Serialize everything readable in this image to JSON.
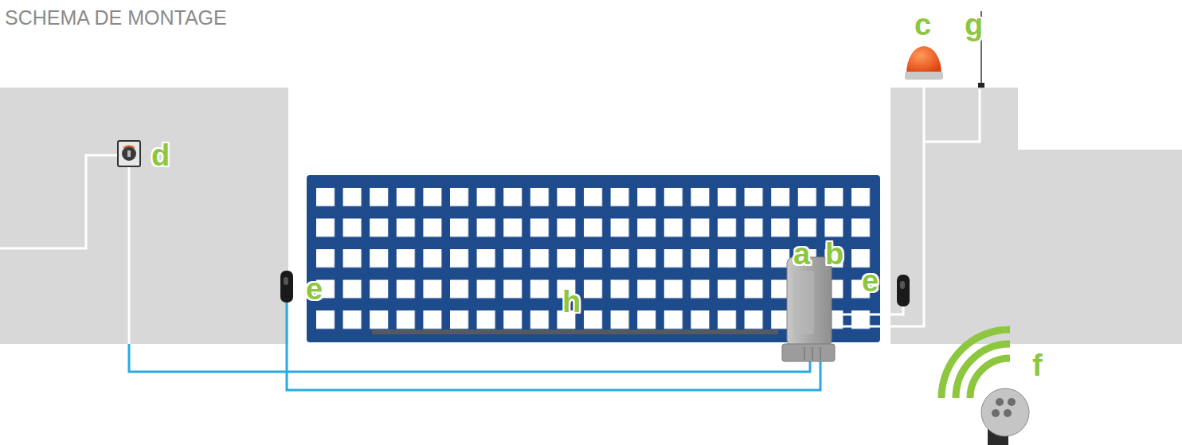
{
  "diagram": {
    "title": "SCHEMA DE MONTAGE",
    "labels": [
      "c",
      "g",
      "d",
      "a",
      "b",
      "e",
      "e",
      "h",
      "f"
    ]
  }
}
